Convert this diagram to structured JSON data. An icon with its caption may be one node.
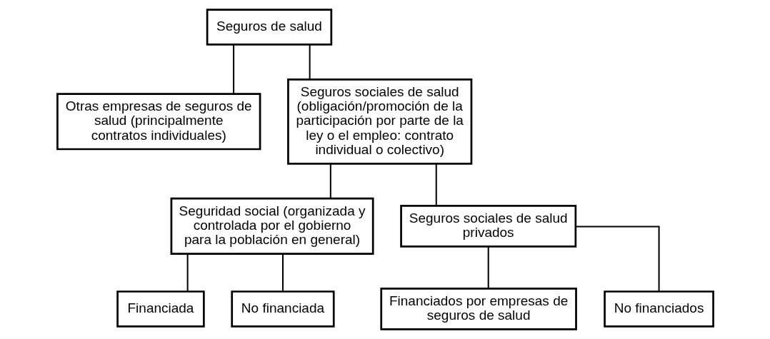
{
  "diagram": {
    "nodes": [
      {
        "text": [
          "Seguros de salud"
        ]
      },
      {
        "text": [
          "Otras empresas de seguros de salud (principalmente contratos individuales)"
        ]
      },
      {
        "text": [
          "Seguros sociales de salud (obligación/promoción de la participación por parte de la ley o el empleo: contrato individual o colectivo)"
        ]
      },
      {
        "text": [
          "Seguridad social (organizada y controlada por el gobierno para la población en general)"
        ]
      },
      {
        "text": [
          "Seguros sociales de salud privados"
        ]
      },
      {
        "text": [
          "Financiada"
        ]
      },
      {
        "text": [
          "No financiada"
        ]
      },
      {
        "text": [
          "Financiados por empresas de seguros de salud"
        ]
      },
      {
        "text": [
          "No financiados"
        ]
      }
    ],
    "edges": [
      {
        "from": 0,
        "to": 1,
        "arrow": "none"
      },
      {
        "from": 0,
        "to": 2,
        "arrow": "none"
      },
      {
        "from": 2,
        "to": 3,
        "arrow": "none"
      },
      {
        "from": 2,
        "to": 4,
        "arrow": "none"
      },
      {
        "from": 3,
        "to": 5,
        "arrow": "none"
      },
      {
        "from": 3,
        "to": 6,
        "arrow": "none"
      },
      {
        "from": 4,
        "to": 7,
        "arrow": "none"
      },
      {
        "from": 4,
        "to": 8,
        "arrow": "none"
      }
    ]
  }
}
